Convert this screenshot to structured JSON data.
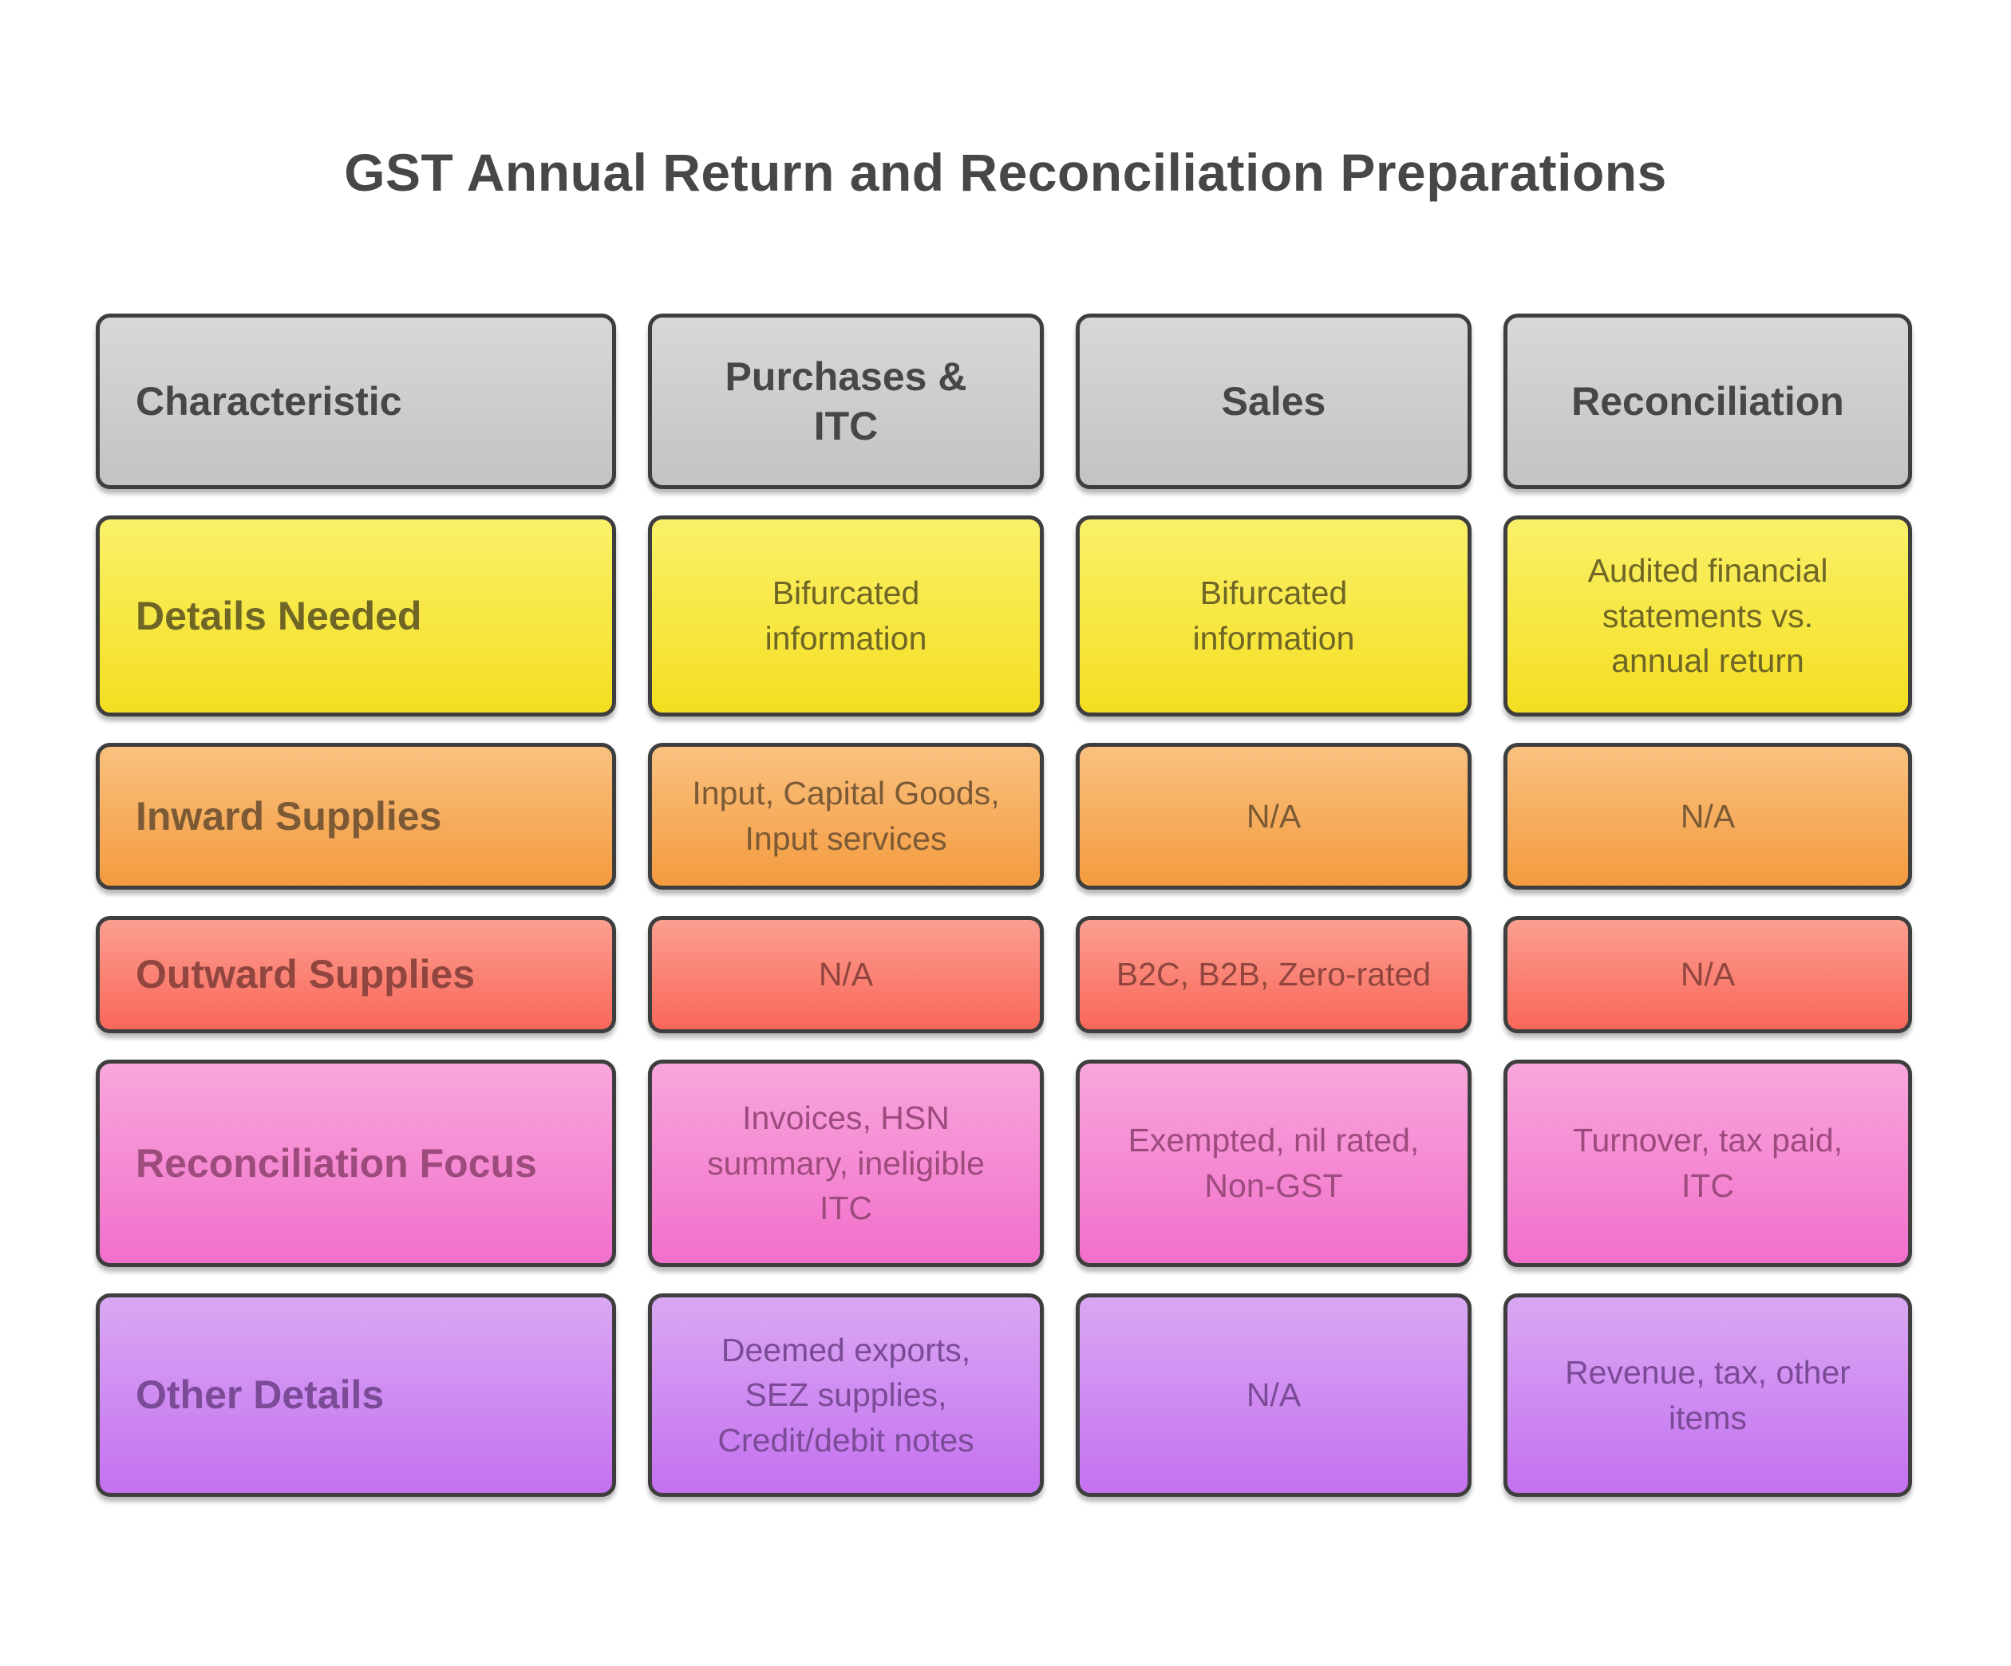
{
  "title": "GST Annual Return and Reconciliation Preparations",
  "palette": {
    "background": "#FFFFFF",
    "border": "#3E3E3E",
    "title_text": "#474747",
    "header_row": {
      "top": "#D8D8D8",
      "bottom": "#C3C3C3",
      "text": "#474747"
    },
    "details_row": {
      "top": "#FAF169",
      "bottom": "#F4DE20",
      "text": "#6F6626"
    },
    "inward_row": {
      "top": "#F9C17F",
      "bottom": "#F49B3E",
      "text": "#7C5A36"
    },
    "outward_row": {
      "top": "#FB9F90",
      "bottom": "#FA675A",
      "text": "#91453F"
    },
    "reconciliation_row": {
      "top": "#F9A7DC",
      "bottom": "#F16FCB",
      "text": "#9D4B7D"
    },
    "other_row": {
      "top": "#DAA8F3",
      "bottom": "#C471F0",
      "text": "#7B4B97"
    }
  },
  "table": {
    "columns": [
      "Characteristic",
      "Purchases & ITC",
      "Sales",
      "Reconciliation"
    ],
    "rows": [
      {
        "label": "Details Needed",
        "cells": [
          "Bifurcated information",
          "Bifurcated information",
          "Audited financial statements vs. annual return"
        ]
      },
      {
        "label": "Inward Supplies",
        "cells": [
          "Input, Capital Goods, Input services",
          "N/A",
          "N/A"
        ]
      },
      {
        "label": "Outward Supplies",
        "cells": [
          "N/A",
          "B2C, B2B, Zero-rated",
          "N/A"
        ]
      },
      {
        "label": "Reconciliation Focus",
        "cells": [
          "Invoices, HSN summary, ineligible ITC",
          "Exempted, nil rated, Non-GST",
          "Turnover, tax paid, ITC"
        ]
      },
      {
        "label": "Other Details",
        "cells": [
          "Deemed exports, SEZ supplies, Credit/debit notes",
          "N/A",
          "Revenue, tax, other items"
        ]
      }
    ]
  }
}
